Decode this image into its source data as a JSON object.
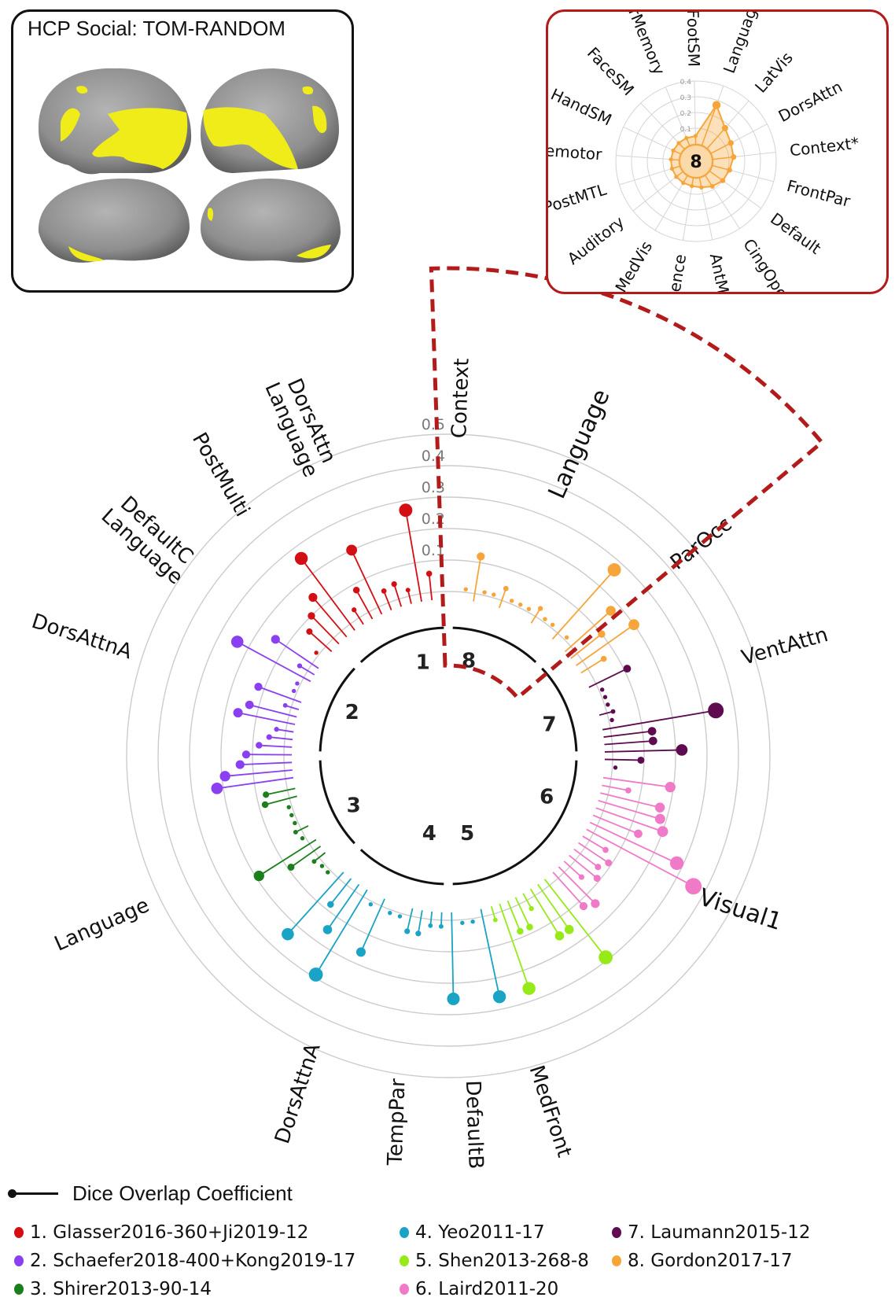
{
  "brain_panel": {
    "title": "HCP Social: TOM-RANDOM"
  },
  "colors": {
    "g1": "#d40f14",
    "g2": "#8a3ff0",
    "g3": "#1b7f1b",
    "g4": "#19a3c4",
    "g5": "#96ea18",
    "g6": "#f07ac8",
    "g7": "#5e0b4f",
    "g8": "#f6a53a",
    "highlight": "#b31b1b",
    "grid": "#cccccc",
    "tick": "#7a7a7a"
  },
  "legend": {
    "dice_label": "Dice Overlap Coefficient",
    "items": [
      {
        "label": "1. Glasser2016-360+Ji2019-12",
        "color": "#d40f14"
      },
      {
        "label": "2. Schaefer2018-400+Kong2019-17",
        "color": "#8a3ff0"
      },
      {
        "label": "3. Shirer2013-90-14",
        "color": "#1b7f1b"
      },
      {
        "label": "4. Yeo2011-17",
        "color": "#19a3c4"
      },
      {
        "label": "5. Shen2013-268-8",
        "color": "#96ea18"
      },
      {
        "label": "6. Laird2011-20",
        "color": "#f07ac8"
      },
      {
        "label": "7. Laumann2015-12",
        "color": "#5e0b4f"
      },
      {
        "label": "8. Gordon2017-17",
        "color": "#f6a53a"
      }
    ]
  },
  "chart_data": [
    {
      "type": "radial-lollipop",
      "title": "",
      "rlabel": "Dice Overlap Coefficient",
      "rlim": [
        0,
        0.5
      ],
      "r_ticks": [
        "0.1",
        "0.2",
        "0.3",
        "0.4",
        "0.5"
      ],
      "grid": true,
      "group_labels": [
        "1",
        "2",
        "3",
        "4",
        "5",
        "6",
        "7",
        "8"
      ],
      "network_labels": [
        {
          "text": "DorsAttn\nLanguage",
          "line1": "DorsAttn",
          "line2": "Language",
          "group": 1
        },
        {
          "text": "PostMulti",
          "group": 1
        },
        {
          "text": "DefaultC\nLanguage",
          "line1": "DefaultC",
          "line2": "Language",
          "group": 2
        },
        {
          "text": "DorsAttnA",
          "group": 2
        },
        {
          "text": "Language",
          "group": 3
        },
        {
          "text": "DorsAttnA",
          "group": 4
        },
        {
          "text": "TempPar",
          "group": 4
        },
        {
          "text": "DefaultB",
          "group": 4
        },
        {
          "text": "MedFront",
          "group": 5
        },
        {
          "text": "Visual1",
          "group": 6
        },
        {
          "text": "VentAttn",
          "group": 7
        },
        {
          "text": "ParOcc",
          "group": 8
        },
        {
          "text": "Language",
          "group": 8
        },
        {
          "text": "Context",
          "group": 8
        }
      ],
      "series": [
        {
          "name": "1. Glasser2016-360+Ji2019-12",
          "group": 1,
          "values": [
            0.01,
            0.07,
            0.1,
            0.14,
            0.26,
            0.03,
            0.08,
            0.2,
            0.04,
            0.05,
            0.02,
            0.27,
            0.06
          ]
        },
        {
          "name": "2. Schaefer2018-400+Kong2019-17",
          "group": 2,
          "values": [
            0.22,
            0.19,
            0.14,
            0.12,
            0.08,
            0.05,
            0.03,
            0.16,
            0.13,
            0.02,
            0.12,
            0.01,
            0.01,
            0.24,
            0.03,
            0.14
          ]
        },
        {
          "name": "3. Shirer2013-90-14",
          "group": 3,
          "values": [
            0.01,
            0.01,
            0.02,
            0.09,
            0.19,
            0.01,
            0.02,
            0.01,
            0.01,
            0.01,
            0.08,
            0.07
          ]
        },
        {
          "name": "4. Yeo2011-17",
          "group": 4,
          "values": [
            0.26,
            0.01,
            0.01,
            0.25,
            0.02,
            0.02,
            0.05,
            0.05,
            0.01,
            0.01,
            0.16,
            0.01,
            0.29,
            0.15,
            0.08,
            0.24
          ]
        },
        {
          "name": "5. Shen2013-268-8",
          "group": 5,
          "values": [
            0.29,
            0.15,
            0.15,
            0.03,
            0.08,
            0.08,
            0.26,
            0.02
          ]
        },
        {
          "name": "6. Laird2011-20",
          "group": 6,
          "values": [
            0.19,
            0.06,
            0.17,
            0.18,
            0.2,
            0.13,
            0.28,
            0.36,
            0.06,
            0.09,
            0.07,
            0.09,
            0.05,
            0.14,
            0.12
          ]
        },
        {
          "name": "7. Laumann2015-12",
          "group": 7,
          "values": [
            0.11,
            0.01,
            0.01,
            0.01,
            0.02,
            0.01,
            0.34,
            0.13,
            0.13,
            0.22,
            0.09,
            0.01
          ]
        },
        {
          "name": "8. Gordon2017-17",
          "group": 8,
          "values": [
            0.01,
            0.12,
            0.01,
            0.01,
            0.04,
            0.01,
            0.01,
            0.01,
            0.03,
            0.01,
            0.01,
            0.27,
            0.01,
            0.17,
            0.1,
            0.2,
            0.06
          ]
        }
      ]
    },
    {
      "type": "radar",
      "title": "8",
      "rlim": [
        0,
        0.4
      ],
      "r_ticks": [
        "0.1",
        "0.2",
        "0.3",
        "0.4"
      ],
      "categories": [
        "Language*",
        "LatVis",
        "DorsAttn",
        "Context*",
        "FrontPar",
        "Default",
        "CingOperc",
        "AntMTL",
        "Salience",
        "MedVis",
        "Auditory",
        "PostMTL",
        "Premotor",
        "HandSM",
        "FaceSM",
        "ParMemory",
        "FootSM"
      ],
      "values": [
        0.27,
        0.17,
        0.14,
        0.13,
        0.11,
        0.1,
        0.08,
        0.06,
        0.05,
        0.05,
        0.05,
        0.05,
        0.05,
        0.05,
        0.05,
        0.05,
        0.05
      ],
      "color": "#f6a53a"
    }
  ]
}
